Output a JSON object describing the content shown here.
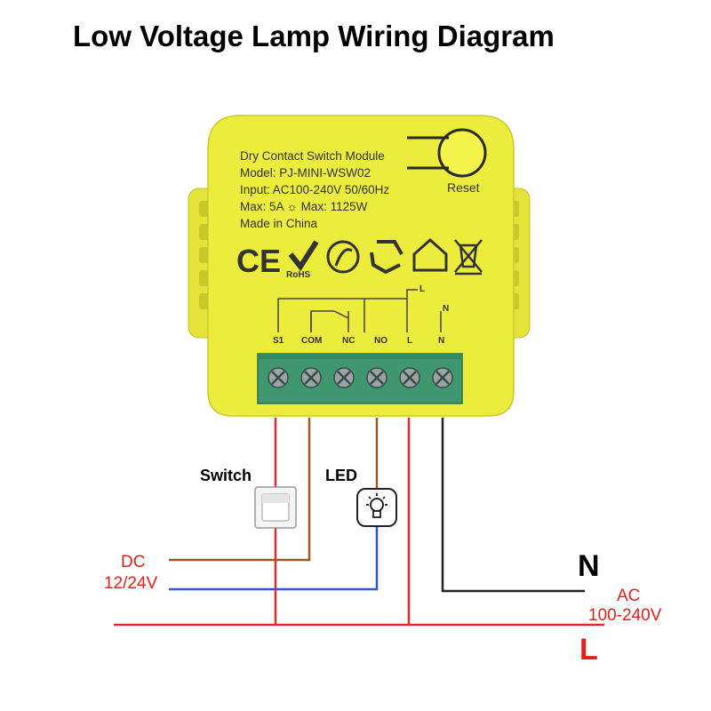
{
  "title": "Low Voltage Lamp Wiring Diagram",
  "module": {
    "lines": [
      "Dry Contact Switch Module",
      "Model:  PJ-MINI-WSW02",
      "Input:  AC100-240V 50/60Hz",
      "Max: 5A  ☼  Max: 1125W",
      "Made in China"
    ],
    "reset_label": "Reset",
    "rohs_label": "RoHS",
    "terminals": [
      "S1",
      "COM",
      "NC",
      "NO",
      "L",
      "N"
    ],
    "top_labels": {
      "l": "L",
      "n": "N"
    },
    "colors": {
      "body": "#ecec3c",
      "terminal_block": "#3f9770",
      "screw": "#9aa3a6"
    }
  },
  "labels": {
    "switch": "Switch",
    "led": "LED",
    "dc": "DC",
    "dc_voltage": "12/24V",
    "n": "N",
    "ac": "AC",
    "ac_voltage": "100-240V",
    "l": "L"
  },
  "wire_colors": {
    "red": "#e42b2b",
    "brown": "#9a5a26",
    "blue": "#2f56d4",
    "black": "#222222"
  }
}
